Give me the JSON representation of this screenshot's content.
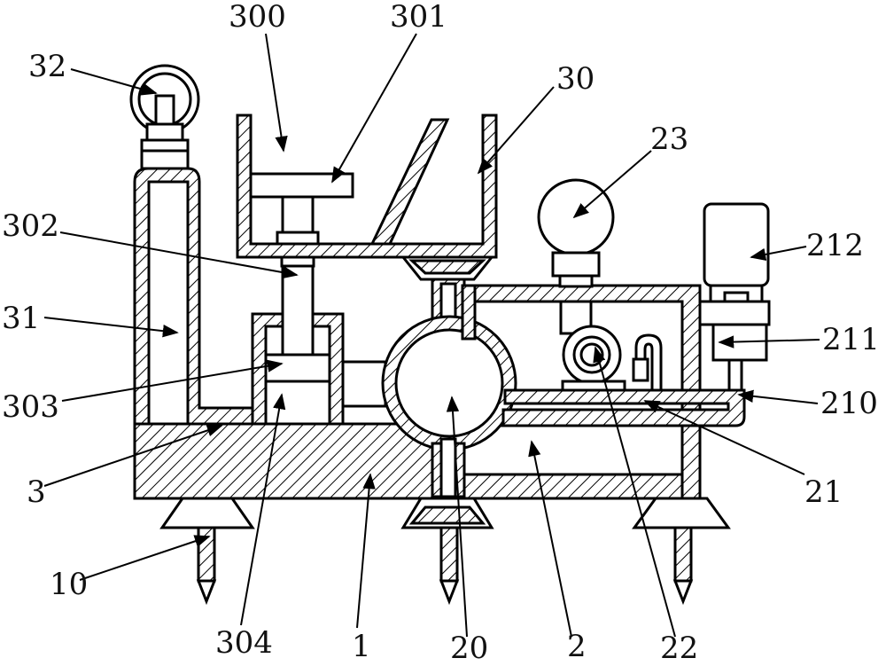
{
  "labels": {
    "l300": "300",
    "l301": "301",
    "l30": "30",
    "l32": "32",
    "l23": "23",
    "l212": "212",
    "l302": "302",
    "l31": "31",
    "l211": "211",
    "l303": "303",
    "l210": "210",
    "l3": "3",
    "l21": "21",
    "l10": "10",
    "l304": "304",
    "l1": "1",
    "l20": "20",
    "l2": "2",
    "l22": "22"
  }
}
